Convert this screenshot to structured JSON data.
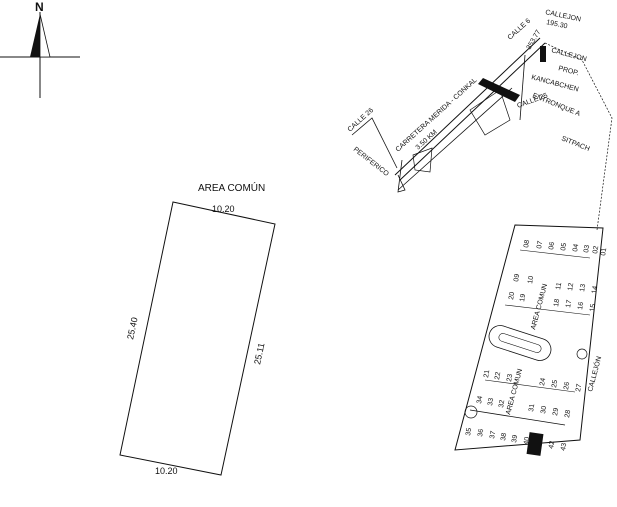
{
  "north": {
    "label": "N",
    "icon": "north-arrow-icon"
  },
  "lot": {
    "title": "AREA COMÚN",
    "top": "10.20",
    "bottom": "10.20",
    "left": "25.40",
    "right": "25.11"
  },
  "location": {
    "road": "CARRETERA MERIDA - CONKAL",
    "distance": "3.50 KM",
    "calle6": "CALLE 6",
    "calle26": "CALLE 26",
    "calle25": "CALLE 25",
    "periferico": "PERIFERICO",
    "callejon": "CALLEJON",
    "callejon_dist": "195.30",
    "dist_35377": "353.77",
    "callejon2": "CALLEJON",
    "prop": "PROP.",
    "kancabchen": "KANCABCHEN",
    "entronque": "ENTRONQUE A",
    "sitpach": "SITPACH"
  },
  "subdivision": {
    "area_comun_1": "AREA COMUN",
    "area_comun_2": "AREA COMUN",
    "callejon": "CALLEJÓN",
    "lots": [
      "01",
      "02",
      "03",
      "04",
      "05",
      "06",
      "07",
      "08",
      "09",
      "10",
      "11",
      "12",
      "13",
      "14",
      "15",
      "16",
      "17",
      "18",
      "19",
      "20",
      "21",
      "22",
      "23",
      "24",
      "25",
      "26",
      "27",
      "28",
      "29",
      "30",
      "31",
      "32",
      "33",
      "34",
      "35",
      "36",
      "37",
      "38",
      "39",
      "40",
      "42",
      "43"
    ]
  }
}
